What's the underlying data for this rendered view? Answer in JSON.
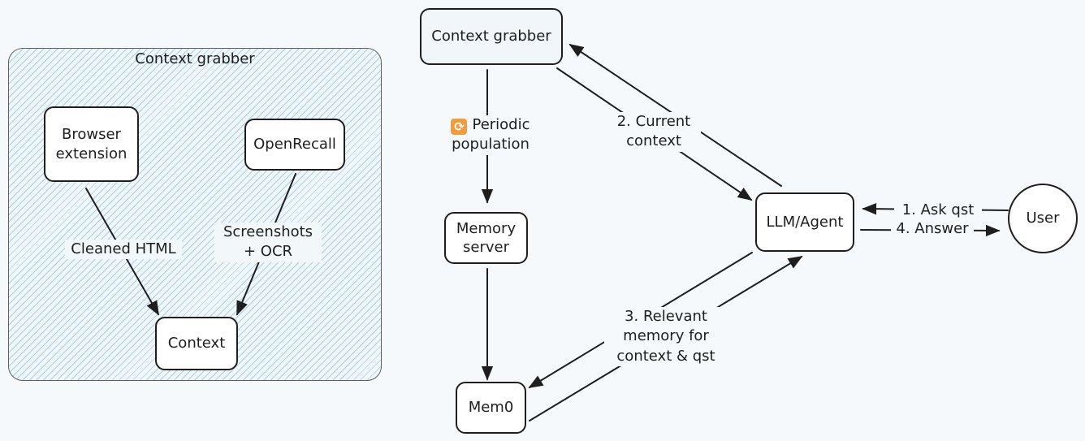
{
  "group": {
    "title": "Context grabber"
  },
  "nodes": {
    "browser_extension": "Browser\nextension",
    "openrecall": "OpenRecall",
    "context": "Context",
    "context_grabber": "Context grabber",
    "memory_server": "Memory\nserver",
    "mem0": "Mem0",
    "llm_agent": "LLM/Agent",
    "user": "User"
  },
  "edges": {
    "cleaned_html": "Cleaned HTML",
    "screenshots_ocr": "Screenshots\n+ OCR",
    "periodic_population": "Periodic\npopulation",
    "current_context": "2. Current\ncontext",
    "relevant_memory": "3. Relevant\nmemory for\ncontext & qst",
    "ask_qst": "1. Ask qst",
    "answer": "4. Answer"
  },
  "icons": {
    "periodic": "repeat-icon"
  },
  "colors": {
    "background": "#f5f9fc",
    "hatch": "#8cc4de",
    "stroke": "#1e1e1e",
    "icon_orange": "#f39c3c"
  }
}
